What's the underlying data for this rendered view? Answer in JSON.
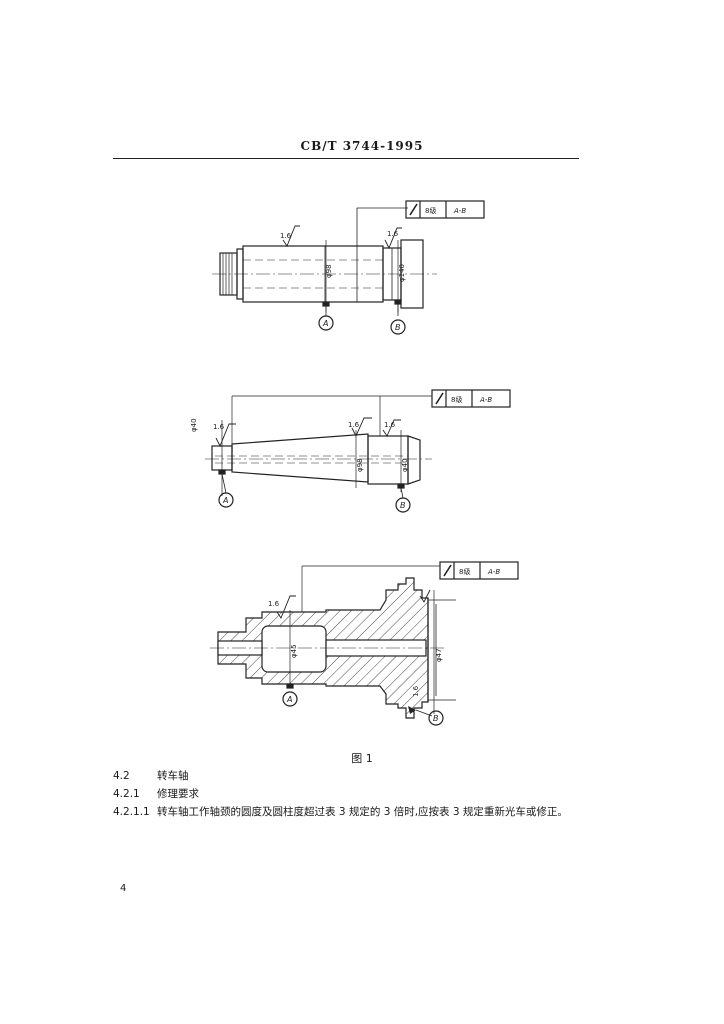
{
  "header": {
    "standard_code": "CB/T 3744-1995"
  },
  "figures": [
    {
      "roughness_labels": [
        "1.6",
        "1.6"
      ],
      "diameter_labels": [
        "φ98",
        "φ140"
      ],
      "datum_labels": [
        "A",
        "B"
      ],
      "frame": {
        "tolerance_grade": "8级",
        "datum_ref": "A-B"
      }
    },
    {
      "roughness_labels": [
        "1.6",
        "1.6",
        "1.6"
      ],
      "diameter_labels": [
        "φ40",
        "φ98",
        "φ40"
      ],
      "datum_labels": [
        "A",
        "B"
      ],
      "frame": {
        "tolerance_grade": "8级",
        "datum_ref": "A-B"
      }
    },
    {
      "roughness_labels": [
        "1.6",
        "1.6"
      ],
      "diameter_labels": [
        "φ45",
        "φ47"
      ],
      "datum_labels": [
        "A",
        "B"
      ],
      "frame": {
        "tolerance_grade": "8级",
        "datum_ref": "A-B"
      }
    }
  ],
  "caption": "图 1",
  "sections": [
    {
      "number": "4.2",
      "text": "转车轴"
    },
    {
      "number": "4.2.1",
      "text": "修理要求"
    },
    {
      "number": "4.2.1.1",
      "text": "转车轴工作轴颈的圆度及圆柱度超过表 3 规定的 3 倍时,应按表 3 规定重新光车或修正。"
    }
  ],
  "page_number": "4"
}
